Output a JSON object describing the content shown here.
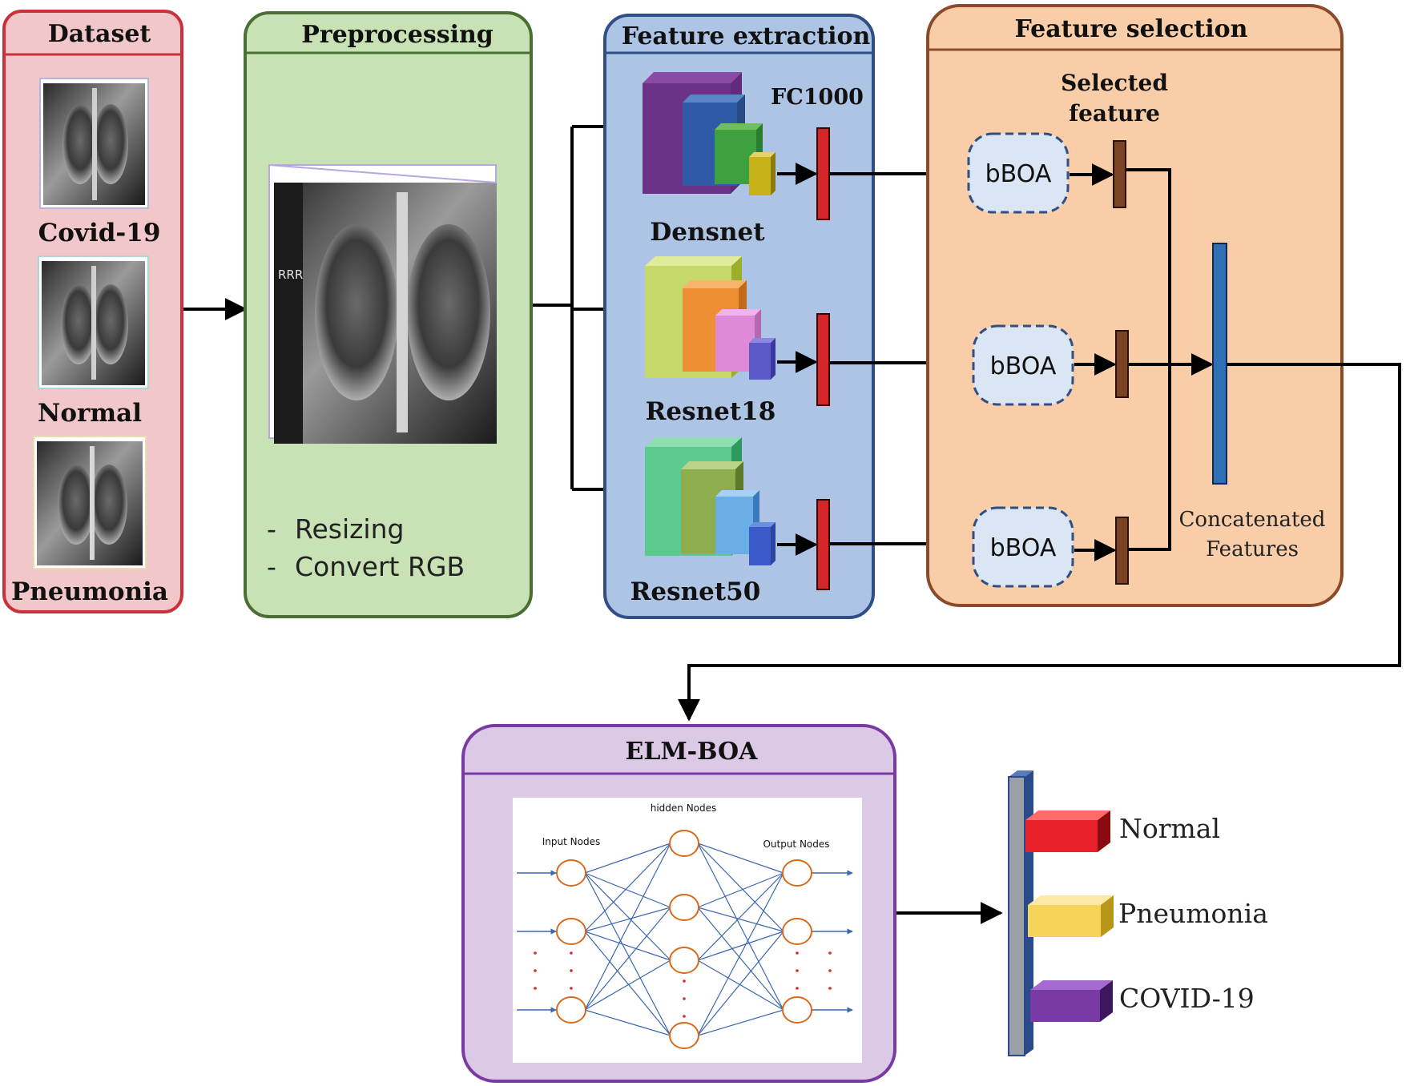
{
  "panels": {
    "dataset": {
      "title": "Dataset",
      "classes": [
        "Covid-19",
        "Normal",
        "Pneumonia"
      ]
    },
    "preprocessing": {
      "title": "Preprocessing",
      "xray_marker": "RRR",
      "steps": [
        "Resizing",
        "Convert RGB"
      ]
    },
    "feature_extraction": {
      "title": "Feature extraction",
      "fc_label": "FC1000",
      "networks": [
        "Densnet",
        "Resnet18",
        "Resnet50"
      ]
    },
    "feature_selection": {
      "title": "Feature selection",
      "selected_label_line1": "Selected",
      "selected_label_line2": "feature",
      "optimizer_label": "bBOA",
      "concat_line1": "Concatenated",
      "concat_line2": "Features"
    },
    "elm": {
      "title": "ELM-BOA",
      "hidden_nodes": "hidden Nodes",
      "input_nodes": "Input Nodes",
      "output_nodes": "Output Nodes"
    }
  },
  "outputs": {
    "classes": [
      "Normal",
      "Pneumonia",
      "COVID-19"
    ],
    "colors": [
      "#e8202a",
      "#f6d45a",
      "#7a3aa6"
    ]
  },
  "colors": {
    "dataset_fill": "#f2c7c9",
    "dataset_border": "#c8323a",
    "preproc_fill": "#c8e2b5",
    "preproc_border": "#4a6e34",
    "feat_fill": "#aec4e4",
    "feat_border": "#2f4f86",
    "select_fill": "#f8cda8",
    "select_border": "#8b4a2a",
    "elm_fill": "#dcc9e6",
    "elm_border": "#7a3aa6"
  }
}
